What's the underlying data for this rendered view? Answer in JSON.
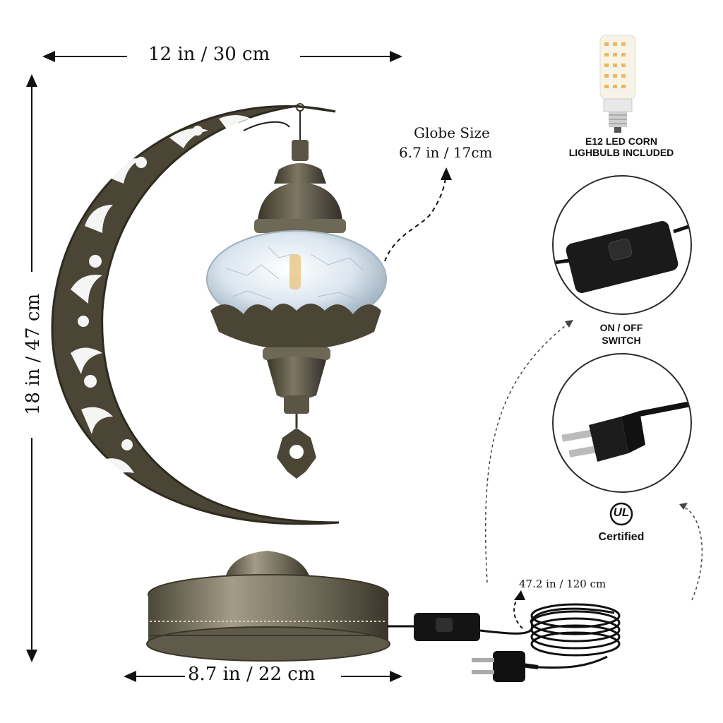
{
  "dimensions": {
    "width_label": "12 in / 30 cm",
    "height_label": "18 in / 47 cm",
    "base_label": "8.7 in / 22 cm",
    "cord_label": "47.2 in / 120 cm"
  },
  "globe": {
    "title": "Globe Size",
    "size": "6.7 in / 17cm"
  },
  "bulb": {
    "line1": "E12 LED CORN",
    "line2": "LIGHBULB INCLUDED"
  },
  "switch": {
    "line1": "ON / OFF",
    "line2": "SWITCH"
  },
  "certification": {
    "mark_text": "UL",
    "label": "Certified"
  },
  "colors": {
    "metal": "#4a4535",
    "metal_light": "#8a8472",
    "glass": "#dfe9f2",
    "cord": "#111111"
  }
}
